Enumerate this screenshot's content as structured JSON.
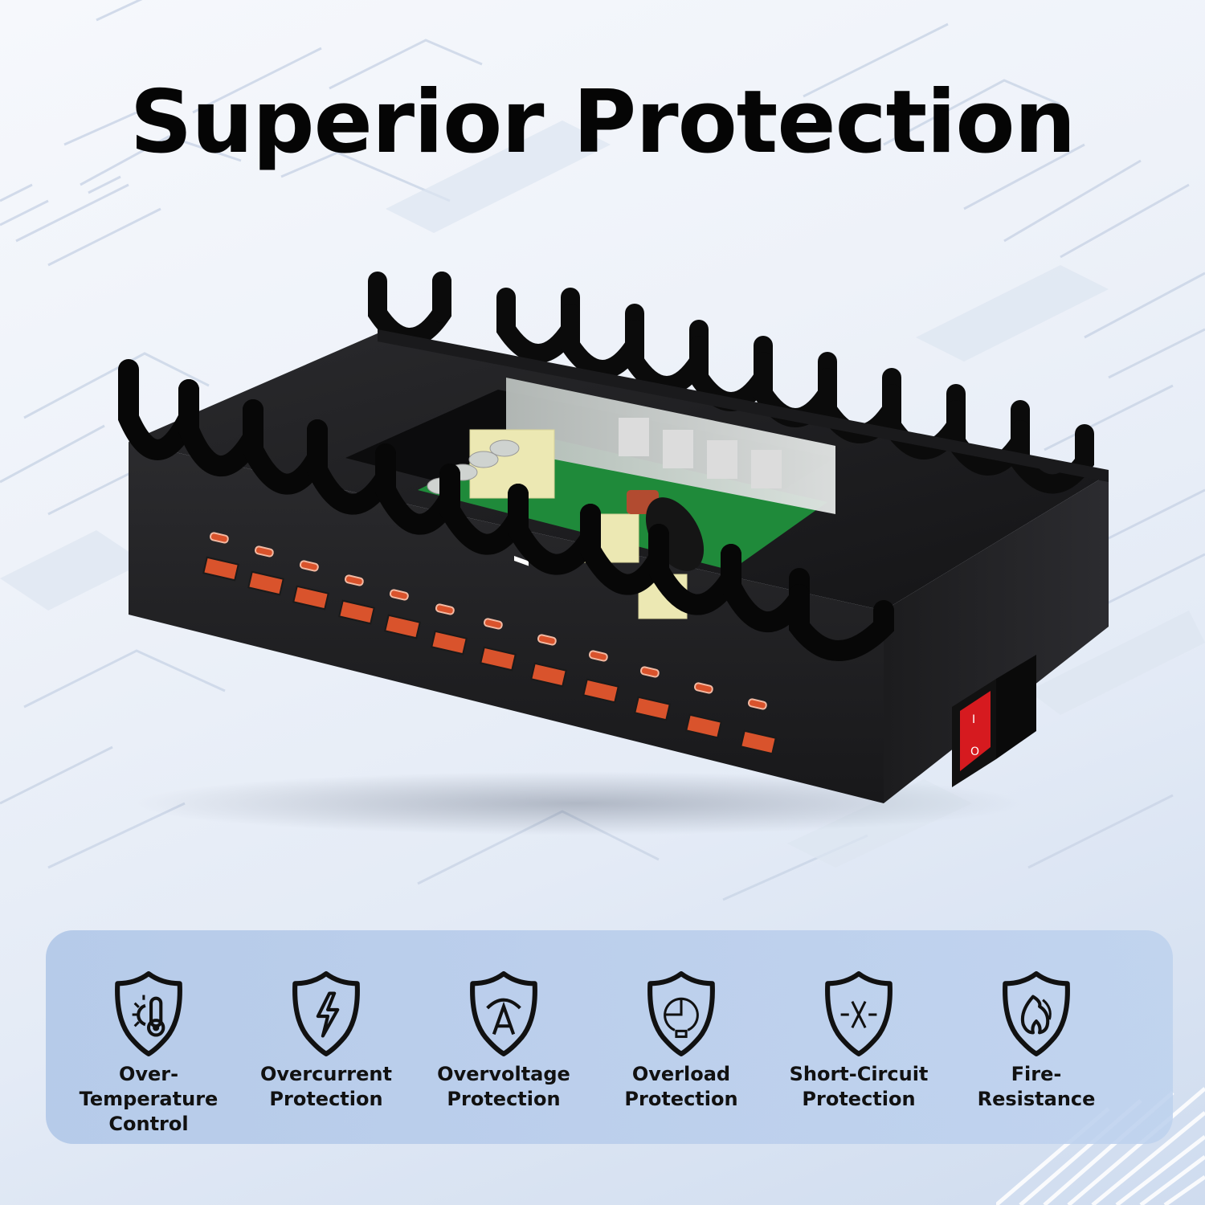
{
  "headline": "Superior Protection",
  "product": {
    "description": "Black multi-port USB charging station with device holder slots, exposed internal circuit board",
    "usb_c_ports": 12,
    "usb_a_ports": 12,
    "device_slots": 20,
    "power_switch": {
      "on_symbol": "I",
      "off_symbol": "O",
      "color": "#d61a1f"
    },
    "port_color": "#d9532c",
    "body_color": "#1b1b1d"
  },
  "features": [
    {
      "icon": "thermometer-shield-icon",
      "line1": "Over-Temperature",
      "line2": "Control"
    },
    {
      "icon": "lightning-shield-icon",
      "line1": "Overcurrent",
      "line2": "Protection"
    },
    {
      "icon": "voltmeter-shield-icon",
      "line1": "Overvoltage",
      "line2": "Protection"
    },
    {
      "icon": "gauge-shield-icon",
      "line1": "Overload",
      "line2": "Protection"
    },
    {
      "icon": "short-circuit-shield-icon",
      "line1": "Short-Circuit",
      "line2": "Protection"
    },
    {
      "icon": "flame-shield-icon",
      "line1": "Fire-",
      "line2": "Resistance"
    }
  ],
  "colors": {
    "panel": "#b6cbe8",
    "text": "#111111",
    "background": "#eef2f9"
  }
}
